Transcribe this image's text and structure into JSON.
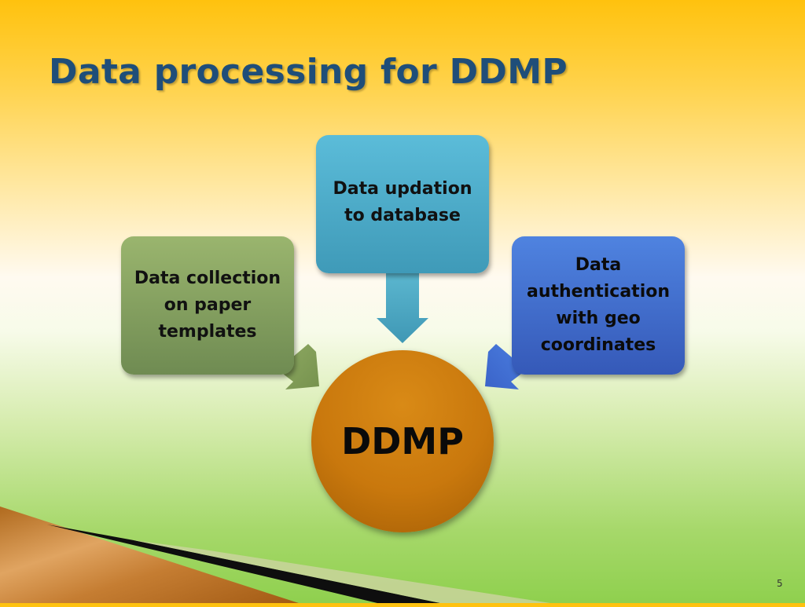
{
  "slide": {
    "title": "Data processing for DDMP",
    "number": "5"
  },
  "diagram": {
    "center": {
      "label": "DDMP",
      "color": "#c9780d"
    },
    "nodes": [
      {
        "id": "top",
        "label": "Data updation to database",
        "color": "#4aa8c7"
      },
      {
        "id": "left",
        "label": "Data collection on paper templates",
        "color": "#85a05f"
      },
      {
        "id": "right",
        "label": "Data authentication with geo coordinates",
        "color": "#4270d0"
      }
    ]
  },
  "colors": {
    "title": "#1f4e79",
    "background_top": "#ffc20e",
    "background_bottom": "#8fd04e"
  }
}
